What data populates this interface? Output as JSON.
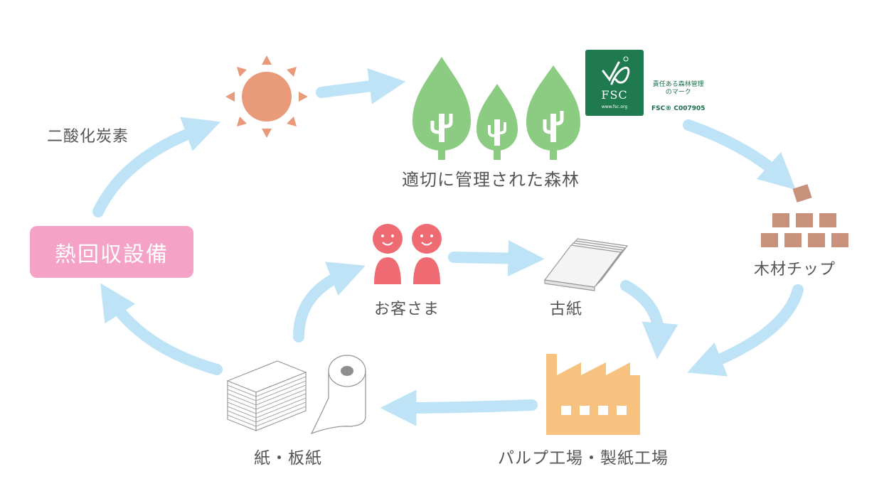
{
  "labels": {
    "co2": "二酸化炭素",
    "forest": "適切に管理された森林",
    "wood_chips": "木材チップ",
    "customers": "お客さま",
    "old_paper": "古紙",
    "paper_board": "紙・板紙",
    "pulp_mill": "パルプ工場・製紙工場",
    "heat_recovery": "熱回収設備"
  },
  "fsc": {
    "logo_text": "FSC",
    "logo_url": "www.fsc.org",
    "mark_line1": "責任ある森林管理",
    "mark_line2": "のマーク",
    "license": "FSC® C007905"
  },
  "colors": {
    "arrow": "#bfe3f6",
    "sun": "#e99a78",
    "tree": "#8ccb82",
    "chip": "#c8917b",
    "person": "#ee6b74",
    "factory": "#f7c17f",
    "fsc_green": "#1f7a50",
    "heat_box": "#f4a3c6"
  }
}
